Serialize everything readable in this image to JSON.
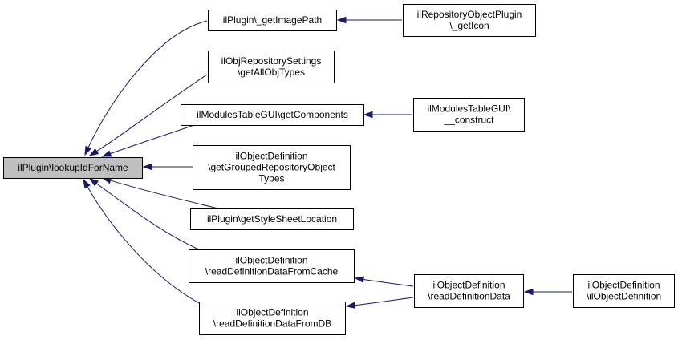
{
  "graph": {
    "nodes": [
      {
        "id": "root",
        "lines": [
          "ilPlugin\\lookupIdForName"
        ]
      },
      {
        "id": "getImagePath",
        "lines": [
          "ilPlugin\\_getImagePath"
        ]
      },
      {
        "id": "getIcon",
        "lines": [
          "ilRepositoryObjectPlugin",
          "\\_getIcon"
        ]
      },
      {
        "id": "getAllObjTypes",
        "lines": [
          "ilObjRepositorySettings",
          "\\getAllObjTypes"
        ]
      },
      {
        "id": "getComponents",
        "lines": [
          "ilModulesTableGUI\\getComponents"
        ]
      },
      {
        "id": "construct",
        "lines": [
          "ilModulesTableGUI\\",
          "__construct"
        ]
      },
      {
        "id": "getGrouped",
        "lines": [
          "ilObjectDefinition",
          "\\getGroupedRepositoryObject",
          "Types"
        ]
      },
      {
        "id": "getStyleSheet",
        "lines": [
          "ilPlugin\\getStyleSheetLocation"
        ]
      },
      {
        "id": "readCache",
        "lines": [
          "ilObjectDefinition",
          "\\readDefinitionDataFromCache"
        ]
      },
      {
        "id": "readDB",
        "lines": [
          "ilObjectDefinition",
          "\\readDefinitionDataFromDB"
        ]
      },
      {
        "id": "readData",
        "lines": [
          "ilObjectDefinition",
          "\\readDefinitionData"
        ]
      },
      {
        "id": "ctor",
        "lines": [
          "ilObjectDefinition",
          "\\ilObjectDefinition"
        ]
      }
    ],
    "edges": [
      {
        "from": "getImagePath",
        "to": "root"
      },
      {
        "from": "getAllObjTypes",
        "to": "root"
      },
      {
        "from": "getComponents",
        "to": "root"
      },
      {
        "from": "getGrouped",
        "to": "root"
      },
      {
        "from": "getStyleSheet",
        "to": "root"
      },
      {
        "from": "readCache",
        "to": "root"
      },
      {
        "from": "readDB",
        "to": "root"
      },
      {
        "from": "getIcon",
        "to": "getImagePath"
      },
      {
        "from": "construct",
        "to": "getComponents"
      },
      {
        "from": "readData",
        "to": "readCache"
      },
      {
        "from": "readData",
        "to": "readDB"
      },
      {
        "from": "ctor",
        "to": "readData"
      }
    ]
  }
}
